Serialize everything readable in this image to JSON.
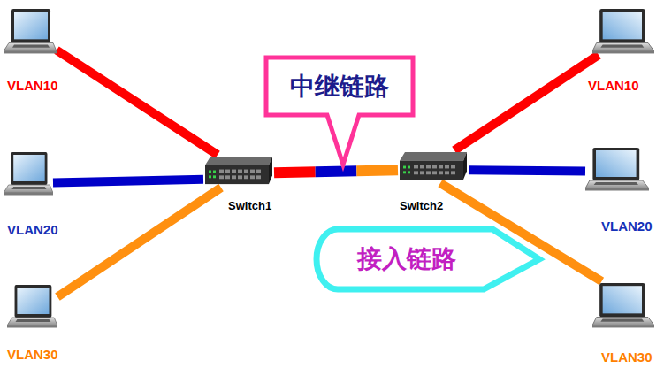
{
  "diagram": {
    "nodes": [
      {
        "text": [
          "VLAN10"
        ]
      },
      {
        "text": [
          "VLAN20"
        ]
      },
      {
        "text": [
          "VLAN30"
        ]
      },
      {
        "text": [
          "Switch1"
        ]
      },
      {
        "text": [
          "中继链路"
        ]
      },
      {
        "text": [
          "Switch2"
        ]
      },
      {
        "text": [
          "VLAN10"
        ]
      },
      {
        "text": [
          "VLAN20"
        ]
      },
      {
        "text": [
          "接入链路"
        ]
      },
      {
        "text": [
          "VLAN30"
        ]
      }
    ],
    "edges": [
      {
        "from": 0,
        "to": 3,
        "arrow": "none"
      },
      {
        "from": 1,
        "to": 3,
        "arrow": "none"
      },
      {
        "from": 2,
        "to": 3,
        "arrow": "none"
      },
      {
        "from": 3,
        "to": 5,
        "arrow": "none"
      },
      {
        "from": 5,
        "to": 6,
        "arrow": "none"
      },
      {
        "from": 5,
        "to": 7,
        "arrow": "none"
      },
      {
        "from": 5,
        "to": 9,
        "arrow": "none"
      }
    ]
  }
}
